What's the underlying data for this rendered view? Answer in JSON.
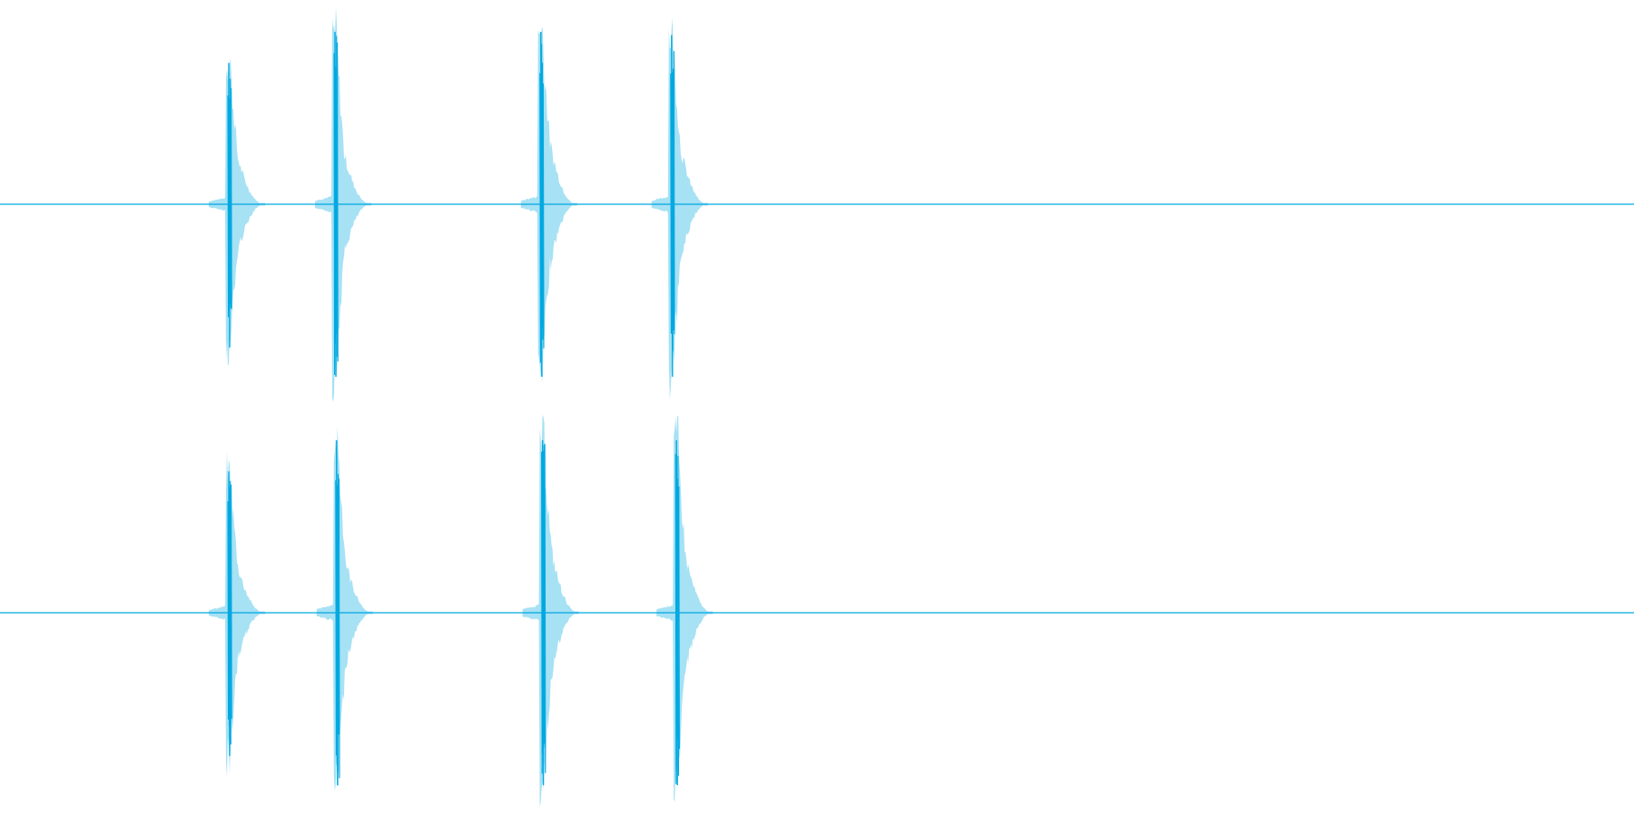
{
  "waveform": {
    "color": "#00a8e0",
    "background": "#ffffff",
    "channels": [
      {
        "name": "",
        "transients": [
          {
            "position": 0.14,
            "peak_up": 0.82,
            "peak_down": 0.83,
            "tail": 0.55
          },
          {
            "position": 0.205,
            "peak_up": 1.0,
            "peak_down": 1.0,
            "tail": 0.5
          },
          {
            "position": 0.331,
            "peak_up": 1.0,
            "peak_down": 1.0,
            "tail": 0.6
          },
          {
            "position": 0.411,
            "peak_up": 0.98,
            "peak_down": 1.0,
            "tail": 0.55
          }
        ]
      },
      {
        "name": "",
        "transients": [
          {
            "position": 0.14,
            "peak_up": 0.82,
            "peak_down": 0.83,
            "tail": 0.55
          },
          {
            "position": 0.206,
            "peak_up": 1.0,
            "peak_down": 1.0,
            "tail": 0.5
          },
          {
            "position": 0.332,
            "peak_up": 1.0,
            "peak_down": 1.0,
            "tail": 0.6
          },
          {
            "position": 0.414,
            "peak_up": 1.0,
            "peak_down": 1.0,
            "tail": 0.55
          }
        ]
      }
    ]
  }
}
